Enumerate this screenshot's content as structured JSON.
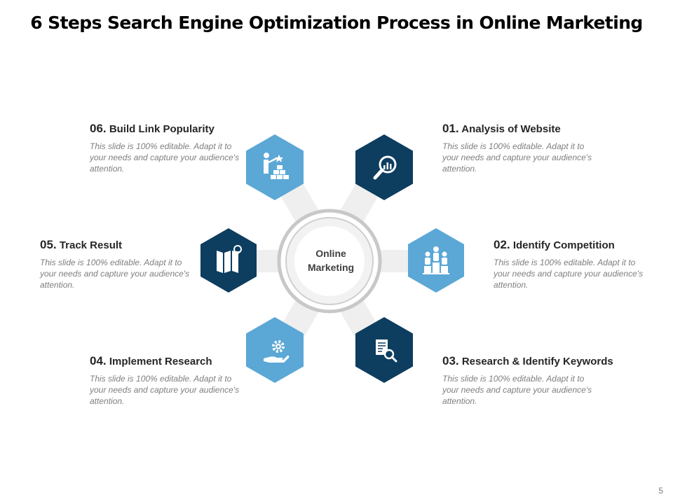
{
  "title": "6 Steps Search Engine Optimization Process in Online Marketing",
  "center": {
    "label": "Online\nMarketing"
  },
  "colors": {
    "light": "#5ba7d6",
    "dark": "#0d3d5f",
    "spoke": "#efefef",
    "ring": "#c8c8c8"
  },
  "steps": [
    {
      "number": "01.",
      "title": "Analysis of Website",
      "description": "This slide is 100% editable. Adapt it to your needs and capture your audience's attention.",
      "icon": "magnifier-chart-icon"
    },
    {
      "number": "02.",
      "title": "Identify Competition",
      "description": "This slide is 100% editable. Adapt it to your needs and capture your audience's attention.",
      "icon": "people-podium-icon"
    },
    {
      "number": "03.",
      "title": "Research & Identify Keywords",
      "description": "This slide is 100% editable. Adapt it to your needs and capture your audience's attention.",
      "icon": "document-search-icon"
    },
    {
      "number": "04.",
      "title": "Implement Research",
      "description": "This slide is 100% editable. Adapt it to your needs and capture your audience's attention.",
      "icon": "gear-hand-icon"
    },
    {
      "number": "05.",
      "title": "Track Result",
      "description": "This slide is 100% editable. Adapt it to your needs and capture your audience's attention.",
      "icon": "map-pin-icon"
    },
    {
      "number": "06.",
      "title": "Build Link Popularity",
      "description": "This slide is 100% editable. Adapt it to your needs and capture your audience's attention.",
      "icon": "person-blocks-icon"
    }
  ],
  "page_number": "5"
}
